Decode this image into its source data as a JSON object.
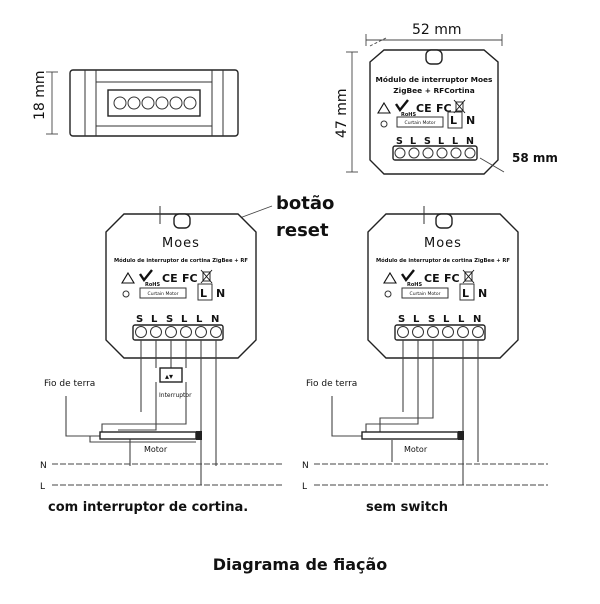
{
  "dimensions": {
    "width": "52 mm",
    "height": "47 mm",
    "thickness": "18 mm",
    "depth": "58 mm"
  },
  "top_module": {
    "title_line1": "Módulo de interruptor Moes",
    "title_line2": "ZigBee + RFCortina",
    "curtain_motor_label": "Curtain Motor",
    "rohs": "RoHS",
    "ce": "CE",
    "fc": "FC",
    "terminals": [
      "S",
      "L",
      "S",
      "L",
      "L",
      "N"
    ],
    "side_terminals": [
      "L",
      "N"
    ]
  },
  "reset_callout": {
    "line1": "botão",
    "line2": "reset"
  },
  "diagrams": [
    {
      "brand": "Moes",
      "subtitle": "Módulo de interruptor de cortina ZigBee + RF",
      "curtain_motor_label": "Curtain Motor",
      "terminals": [
        "S",
        "L",
        "S",
        "L",
        "L",
        "N"
      ],
      "side_terminals": [
        "L",
        "N"
      ],
      "switch_label": "Interruptor",
      "ground_label": "Fio de terra",
      "motor_label": "Motor",
      "line_n": "N",
      "line_l": "L",
      "caption": "com interruptor de cortina."
    },
    {
      "brand": "Moes",
      "subtitle": "Módulo de interruptor de cortina ZigBee + RF",
      "curtain_motor_label": "Curtain Motor",
      "terminals": [
        "S",
        "L",
        "S",
        "L",
        "L",
        "N"
      ],
      "side_terminals": [
        "L",
        "N"
      ],
      "ground_label": "Fio de terra",
      "motor_label": "Motor",
      "line_n": "N",
      "line_l": "L",
      "caption": "sem switch"
    }
  ],
  "footer_title": "Diagrama de fiação",
  "colors": {
    "ink": "#111111",
    "line": "#333333",
    "background": "#ffffff"
  }
}
